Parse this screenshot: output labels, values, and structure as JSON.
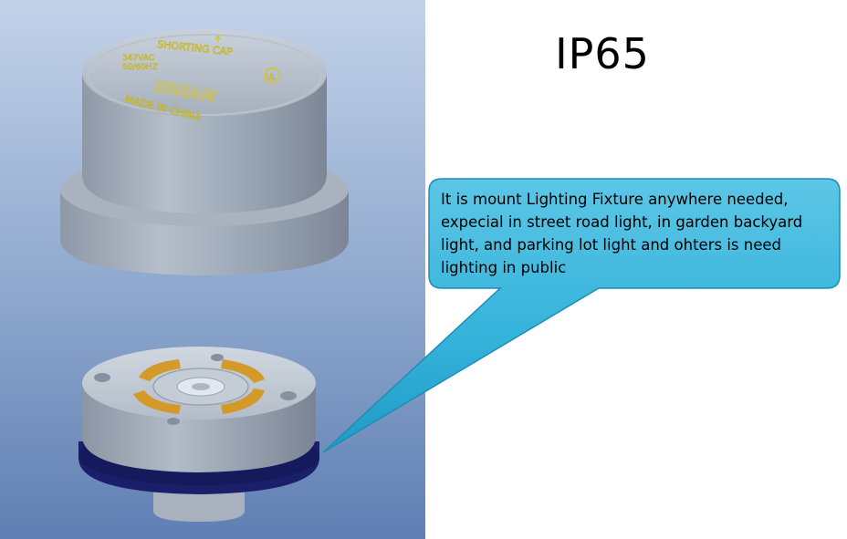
{
  "title": "IP65",
  "callout": {
    "line1": "It is mount Lighting Fixture anywhere needed,",
    "line2": "expecial in street road light, in garden backyard",
    "line3": "light, and parking lot light and ohters is need",
    "line4": "lighting in public"
  },
  "cap_markings": {
    "brand": "DREAM",
    "origin": "MADE IN CHINA",
    "product": "SHORTING CAP",
    "rating": "347VAC",
    "rating2": "50/60HZ",
    "cert_mark": "UL"
  },
  "colors": {
    "background_right": "#ffffff",
    "panel_gradient_top": "#c3d2e9",
    "panel_gradient_bottom": "#5f7fb3",
    "callout_fill": "#35b6dd",
    "callout_stroke": "#1e8db3",
    "cap_body": "#97a2b1",
    "base_ring": "#1b1f6a",
    "contact_pads": "#d39a2a",
    "marking_text": "#e8d31e"
  }
}
